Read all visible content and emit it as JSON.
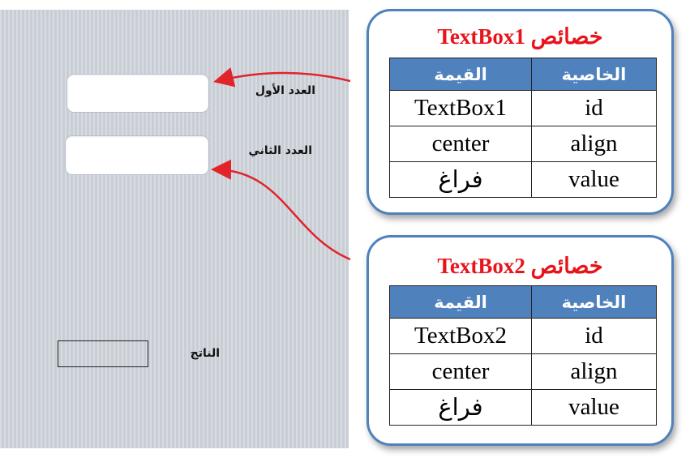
{
  "form": {
    "label_first": "العدد الأول",
    "label_second": "العدد الثاني",
    "label_result": "الناتج"
  },
  "cards": [
    {
      "title": "خصائص TextBox1",
      "header_value": "القيمة",
      "header_property": "الخاصية",
      "rows": [
        {
          "value": "TextBox1",
          "property": "id"
        },
        {
          "value": "center",
          "property": "align"
        },
        {
          "value": "فراغ",
          "property": "value"
        }
      ]
    },
    {
      "title": "خصائص TextBox2",
      "header_value": "القيمة",
      "header_property": "الخاصية",
      "rows": [
        {
          "value": "TextBox2",
          "property": "id"
        },
        {
          "value": "center",
          "property": "align"
        },
        {
          "value": "فراغ",
          "property": "value"
        }
      ]
    }
  ],
  "colors": {
    "title": "#e8141b",
    "header_fill": "#4f81bd",
    "arrow": "#e1242b",
    "card_border": "#4f81bd"
  }
}
